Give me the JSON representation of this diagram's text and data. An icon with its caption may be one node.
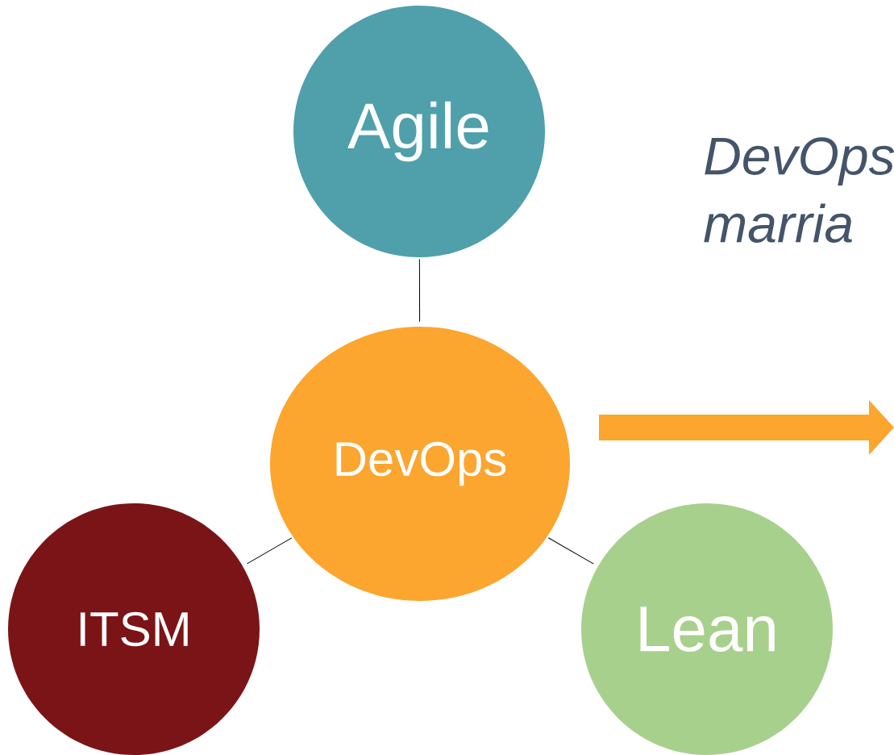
{
  "diagram": {
    "nodes": [
      {
        "text": [
          "Agile"
        ]
      },
      {
        "text": [
          "DevOps"
        ]
      },
      {
        "text": [
          "ITSM"
        ]
      },
      {
        "text": [
          "Lean"
        ]
      }
    ],
    "edges": [
      {
        "from": 0,
        "to": 1,
        "arrow": "none"
      },
      {
        "from": 1,
        "to": 2,
        "arrow": "none"
      },
      {
        "from": 1,
        "to": 3,
        "arrow": "none"
      }
    ],
    "labels": [
      "DevOps marria"
    ]
  }
}
